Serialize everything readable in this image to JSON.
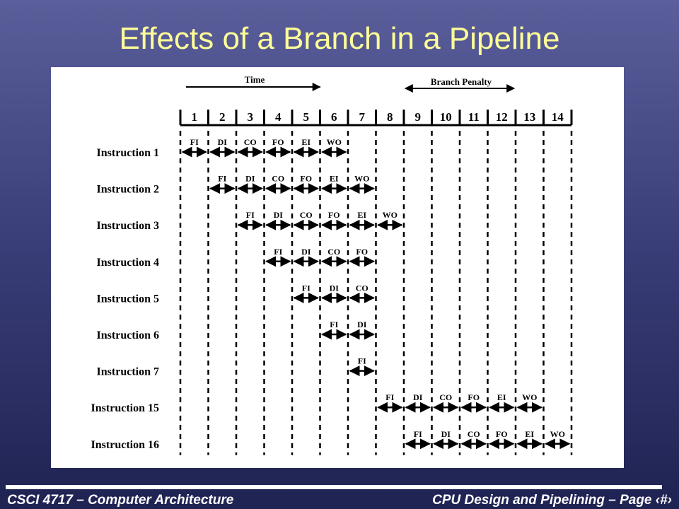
{
  "slide": {
    "title": "Effects of a Branch in a Pipeline",
    "footer_left": "CSCI 4717 – Computer Architecture",
    "footer_right": "CPU Design and Pipelining – Page ‹#›"
  },
  "diagram": {
    "time_label": "Time",
    "penalty_label": "Branch Penalty",
    "cycles": [
      "1",
      "2",
      "3",
      "4",
      "5",
      "6",
      "7",
      "8",
      "9",
      "10",
      "11",
      "12",
      "13",
      "14"
    ],
    "penalty_span": [
      8,
      12
    ],
    "instructions": [
      {
        "label": "Instruction 1",
        "start": 1,
        "stages": [
          "FI",
          "DI",
          "CO",
          "FO",
          "EI",
          "WO"
        ]
      },
      {
        "label": "Instruction 2",
        "start": 2,
        "stages": [
          "FI",
          "DI",
          "CO",
          "FO",
          "EI",
          "WO"
        ]
      },
      {
        "label": "Instruction 3",
        "start": 3,
        "stages": [
          "FI",
          "DI",
          "CO",
          "FO",
          "EI",
          "WO"
        ]
      },
      {
        "label": "Instruction 4",
        "start": 4,
        "stages": [
          "FI",
          "DI",
          "CO",
          "FO"
        ]
      },
      {
        "label": "Instruction 5",
        "start": 5,
        "stages": [
          "FI",
          "DI",
          "CO"
        ]
      },
      {
        "label": "Instruction 6",
        "start": 6,
        "stages": [
          "FI",
          "DI"
        ]
      },
      {
        "label": "Instruction 7",
        "start": 7,
        "stages": [
          "FI"
        ]
      },
      {
        "label": "Instruction 15",
        "start": 8,
        "stages": [
          "FI",
          "DI",
          "CO",
          "FO",
          "EI",
          "WO"
        ]
      },
      {
        "label": "Instruction 16",
        "start": 9,
        "stages": [
          "FI",
          "DI",
          "CO",
          "FO",
          "EI",
          "WO"
        ]
      }
    ]
  }
}
